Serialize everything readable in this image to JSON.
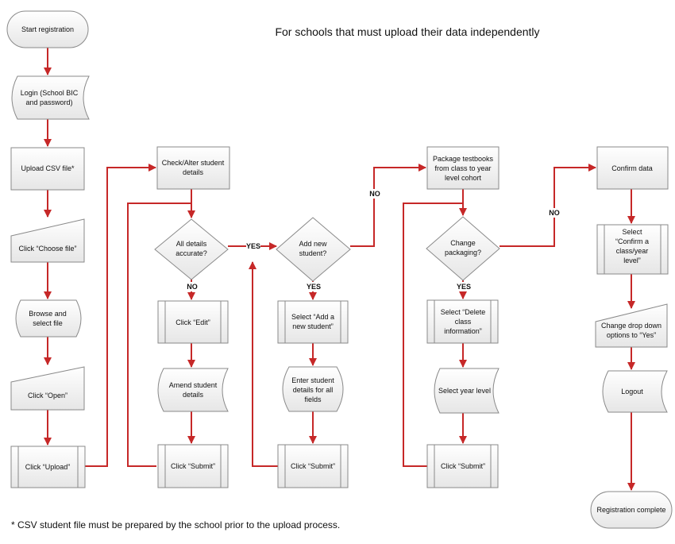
{
  "title": "For schools that must upload their data independently",
  "footnote": "* CSV student file must be prepared by the school prior to the upload process.",
  "colors": {
    "arrow": "#c62828",
    "shape_border": "#8a8a8a",
    "shape_fill_top": "#ffffff",
    "shape_fill_bottom": "#e6e6e6"
  },
  "col1": {
    "start": "Start registration",
    "login": [
      "Login (School BIC",
      "and password)"
    ],
    "upload_csv": "Upload CSV file*",
    "choose_file": "Click “Choose file”",
    "browse": [
      "Browse and",
      "select file"
    ],
    "open": "Click “Open”",
    "upload": "Click “Upload”"
  },
  "col2": {
    "check": [
      "Check/Alter student",
      "details"
    ],
    "accurate": [
      "All details",
      "accurate?"
    ],
    "edit": "Click “Edit”",
    "amend": [
      "Amend student",
      "details"
    ],
    "submit": "Click “Submit”"
  },
  "col3": {
    "add_new": [
      "Add new",
      "student?"
    ],
    "select_add": [
      "Select “Add a",
      "new student”"
    ],
    "enter": [
      "Enter student",
      "details for all",
      "fields"
    ],
    "submit": "Click “Submit”"
  },
  "col4": {
    "package": [
      "Package testbooks",
      "from class to year",
      "level cohort"
    ],
    "change": [
      "Change",
      "packaging?"
    ],
    "select_delete": [
      "Select “Delete",
      "class",
      "information”"
    ],
    "select_year": "Select year level",
    "submit": "Click “Submit”"
  },
  "col5": {
    "confirm": "Confirm data",
    "select_confirm": [
      "Select",
      "“Confirm a",
      "class/year",
      "level”"
    ],
    "change_dropdown": [
      "Change drop down",
      "options to “Yes”"
    ],
    "logout": "Logout",
    "complete": "Registration complete"
  },
  "branch_labels": {
    "yes": "YES",
    "no": "NO"
  }
}
